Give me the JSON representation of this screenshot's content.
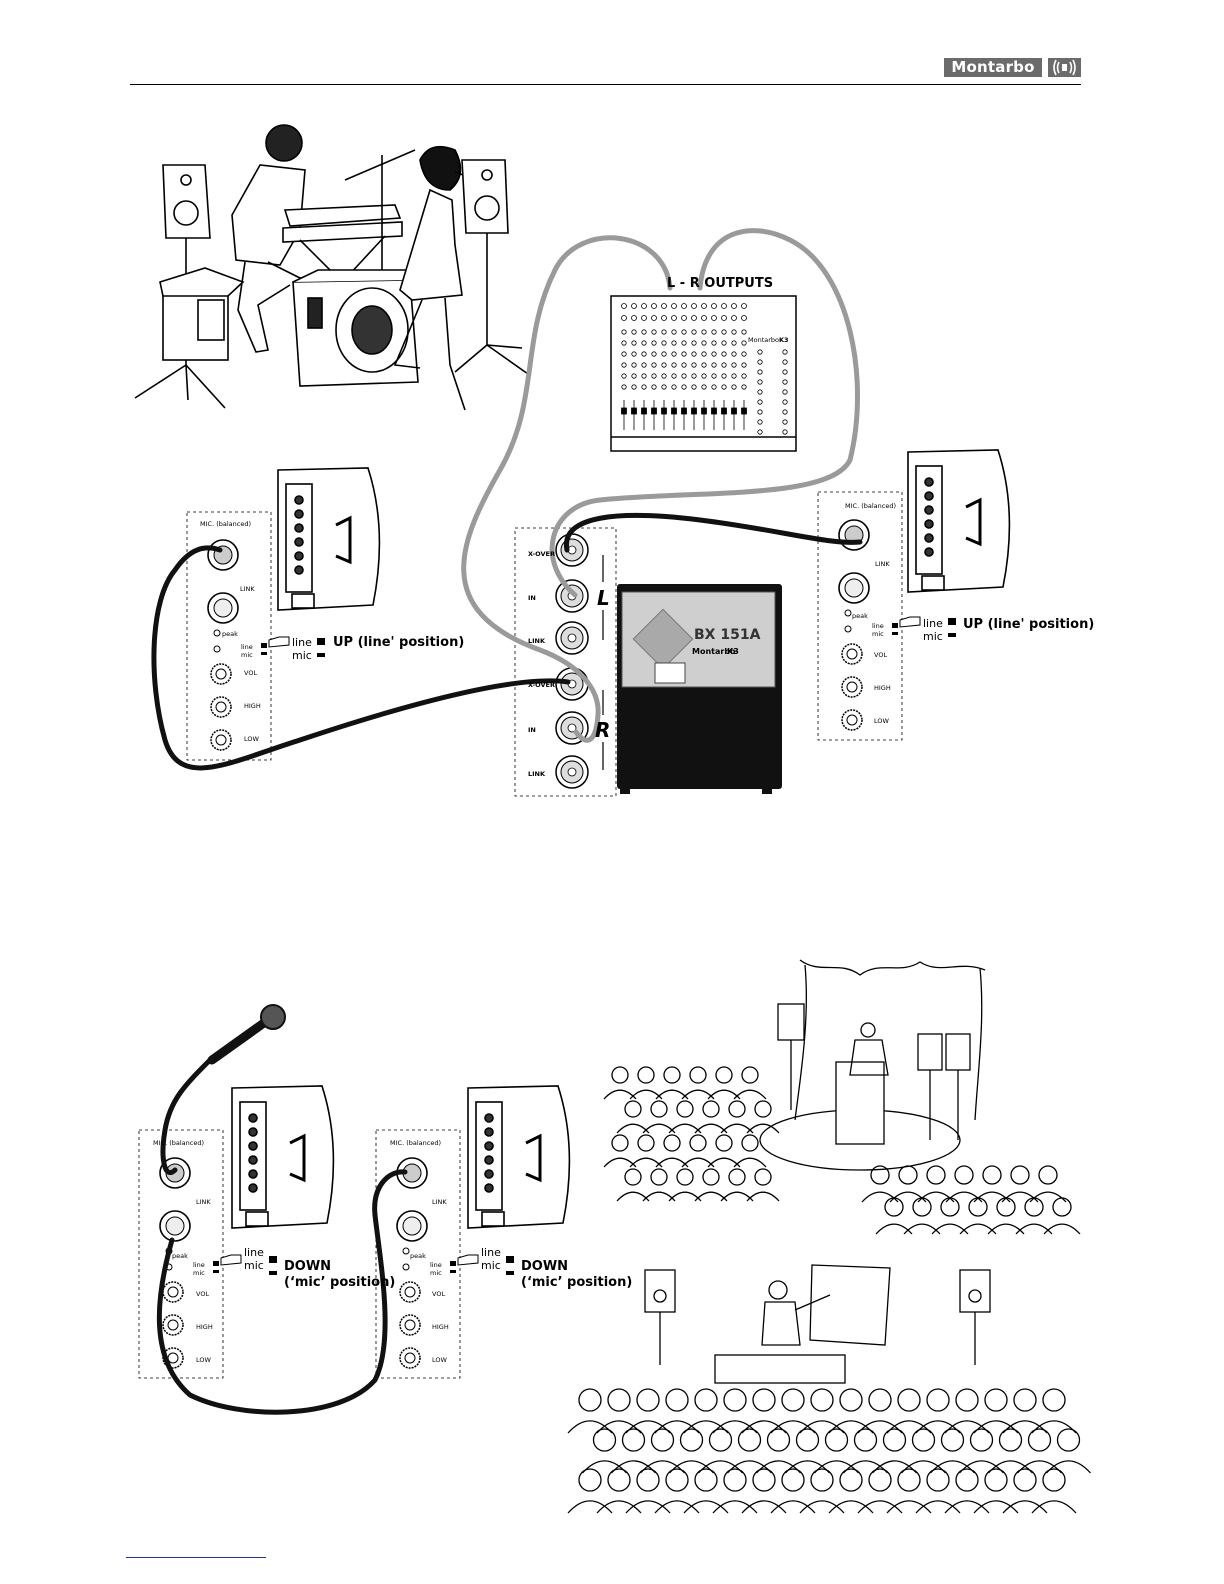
{
  "header": {
    "brand": "Montarbo",
    "logo_icon": "speaker-waves-icon"
  },
  "mixer": {
    "title": "L - R OUTPUTS",
    "badge": "Montarbo",
    "model": "K3"
  },
  "sub": {
    "model": "BX 151A",
    "brand": "Montarbo",
    "badge": "K3",
    "side_left": "L",
    "side_right": "R",
    "jacks": [
      "X-OVER",
      "IN",
      "LINK",
      "X-OVER",
      "IN",
      "LINK"
    ]
  },
  "panel": {
    "mic": "MIC. (balanced)",
    "link": "LINK",
    "peak": "peak",
    "vol": "VOL",
    "high": "HIGH",
    "low": "LOW",
    "switch_line": "line",
    "switch_mic": "mic"
  },
  "callouts": {
    "line": "line",
    "mic": "mic",
    "up": "UP (line' position)",
    "down": "DOWN",
    "down_sub": "(‘mic’ position)"
  },
  "colors": {
    "cable_grey": "#9a9a9a",
    "cable_black": "#111111",
    "brand_bg": "#6b6b6b"
  }
}
